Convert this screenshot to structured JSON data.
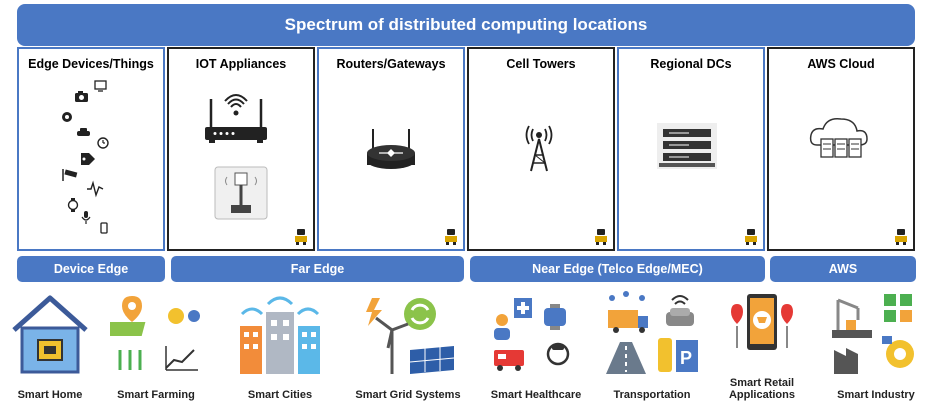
{
  "title": "Spectrum of distributed computing locations",
  "columns": [
    {
      "label": "Edge Devices/Things"
    },
    {
      "label": "IOT Appliances"
    },
    {
      "label": "Routers/Gateways"
    },
    {
      "label": "Cell Towers"
    },
    {
      "label": "Regional DCs"
    },
    {
      "label": "AWS Cloud"
    }
  ],
  "bands": [
    {
      "label": "Device Edge"
    },
    {
      "label": "Far Edge"
    },
    {
      "label": "Near Edge (Telco Edge/MEC)"
    },
    {
      "label": "AWS"
    }
  ],
  "applications": [
    {
      "label": "Smart Home"
    },
    {
      "label": "Smart Farming"
    },
    {
      "label": "Smart Cities"
    },
    {
      "label": "Smart Grid Systems"
    },
    {
      "label": "Smart Healthcare"
    },
    {
      "label": "Transportation"
    },
    {
      "label": "Smart Retail Applications"
    },
    {
      "label": "Smart Industry"
    }
  ],
  "colors": {
    "accent": "#4a78c4",
    "border": "#222222"
  }
}
